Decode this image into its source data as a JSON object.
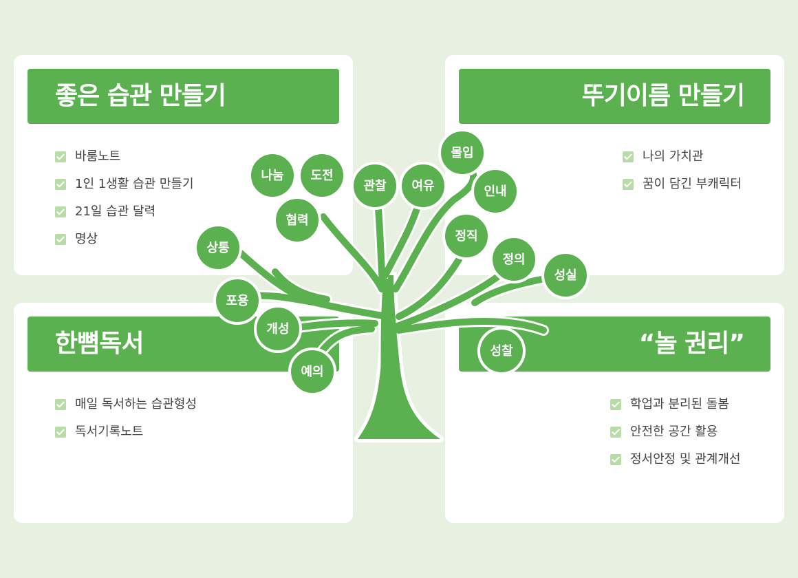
{
  "cards": {
    "top_left": {
      "title": "좋은 습관 만들기",
      "items": [
        "바룸노트",
        "1인 1생활 습관 만들기",
        "21일 습관 달력",
        "명상"
      ]
    },
    "top_right": {
      "title": "뚜기이름 만들기",
      "items": [
        "나의 가치관",
        "꿈이 담긴 부캐릭터"
      ]
    },
    "bottom_left": {
      "title": "한뼘독서",
      "items": [
        "매일 독서하는 습관형성",
        "독서기록노트"
      ]
    },
    "bottom_right": {
      "title": "“놀 권리”",
      "items": [
        "학업과 분리된 돌봄",
        "안전한 공간 활용",
        "정서안정 및 관계개선"
      ]
    }
  },
  "tree": {
    "values": [
      "나눔",
      "도전",
      "협력",
      "상통",
      "포용",
      "개성",
      "예의",
      "관찰",
      "여유",
      "몰입",
      "인내",
      "정직",
      "정의",
      "성실",
      "성찰"
    ]
  },
  "colors": {
    "accent": "#5bb150",
    "background": "#e8f0e2",
    "card": "#ffffff",
    "check": "#b7dca8",
    "text": "#444444"
  },
  "icons": {
    "list_bullet": "check-icon"
  }
}
